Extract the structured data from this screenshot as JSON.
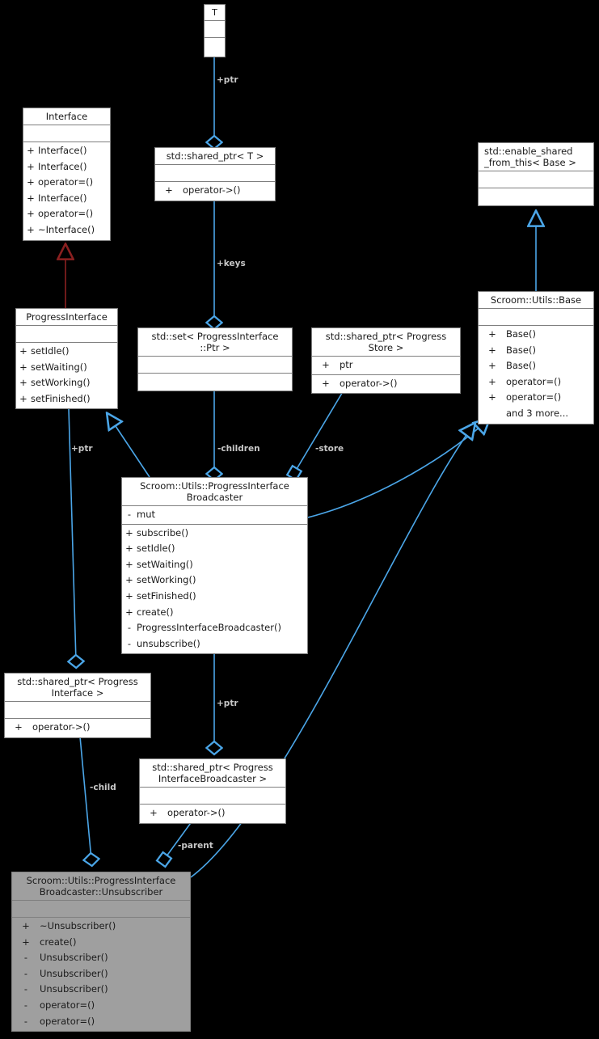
{
  "diagram": {
    "type": "uml-class-diagram",
    "title": "Scroom::Utils::ProgressInterfaceBroadcaster::Unsubscriber collaboration diagram",
    "background_color": "#000000",
    "box_fill": "#ffffff",
    "box_border": "#7f7f7f",
    "highlight_fill": "#9f9f9f",
    "association_color": "#4ba6e8",
    "inheritance_color": "#8b2020",
    "label_color": "#c8c8c8"
  },
  "classes": {
    "t": {
      "name": "T",
      "attributes": [],
      "methods": []
    },
    "shared_ptr_t": {
      "name": "std::shared_ptr< T >",
      "attributes": [],
      "methods": [
        {
          "visibility": "+",
          "label": "operator->()"
        }
      ]
    },
    "interface": {
      "name": "Interface",
      "attributes": [],
      "methods": [
        {
          "visibility": "+",
          "label": "Interface()"
        },
        {
          "visibility": "+",
          "label": "Interface()"
        },
        {
          "visibility": "+",
          "label": "operator=()"
        },
        {
          "visibility": "+",
          "label": "Interface()"
        },
        {
          "visibility": "+",
          "label": "operator=()"
        },
        {
          "visibility": "+",
          "label": "~Interface()"
        }
      ]
    },
    "progress_interface": {
      "name": "ProgressInterface",
      "attributes": [],
      "methods": [
        {
          "visibility": "+",
          "label": "setIdle()"
        },
        {
          "visibility": "+",
          "label": "setWaiting()"
        },
        {
          "visibility": "+",
          "label": "setWorking()"
        },
        {
          "visibility": "+",
          "label": "setFinished()"
        }
      ]
    },
    "enable_shared_from_this": {
      "name": "std::enable_shared\n_from_this< Base >",
      "attributes": [],
      "methods": []
    },
    "set_progress_interface_ptr": {
      "name": "std::set< ProgressInterface\n::Ptr >",
      "attributes": [],
      "methods": []
    },
    "shared_ptr_progress_store": {
      "name": "std::shared_ptr< Progress\nStore >",
      "attributes": [
        {
          "visibility": "+",
          "label": "ptr"
        }
      ],
      "methods": [
        {
          "visibility": "+",
          "label": "operator->()"
        }
      ]
    },
    "scroom_utils_base": {
      "name": "Scroom::Utils::Base",
      "attributes": [],
      "methods": [
        {
          "visibility": "+",
          "label": "Base()"
        },
        {
          "visibility": "+",
          "label": "Base()"
        },
        {
          "visibility": "+",
          "label": "Base()"
        },
        {
          "visibility": "+",
          "label": "operator=()"
        },
        {
          "visibility": "+",
          "label": "operator=()"
        },
        {
          "visibility": "",
          "label": "and 3 more..."
        }
      ]
    },
    "broadcaster": {
      "name": "Scroom::Utils::ProgressInterface\nBroadcaster",
      "attributes": [
        {
          "visibility": "-",
          "label": "mut"
        }
      ],
      "methods": [
        {
          "visibility": "+",
          "label": "subscribe()"
        },
        {
          "visibility": "+",
          "label": "setIdle()"
        },
        {
          "visibility": "+",
          "label": "setWaiting()"
        },
        {
          "visibility": "+",
          "label": "setWorking()"
        },
        {
          "visibility": "+",
          "label": "setFinished()"
        },
        {
          "visibility": "+",
          "label": "create()"
        },
        {
          "visibility": "-",
          "label": "ProgressInterfaceBroadcaster()"
        },
        {
          "visibility": "-",
          "label": "unsubscribe()"
        }
      ]
    },
    "shared_ptr_progress_interface": {
      "name": "std::shared_ptr< Progress\nInterface >",
      "attributes": [],
      "methods": [
        {
          "visibility": "+",
          "label": "operator->()"
        }
      ]
    },
    "shared_ptr_broadcaster": {
      "name": "std::shared_ptr< Progress\nInterfaceBroadcaster >",
      "attributes": [],
      "methods": [
        {
          "visibility": "+",
          "label": "operator->()"
        }
      ]
    },
    "unsubscriber": {
      "name": "Scroom::Utils::ProgressInterface\nBroadcaster::Unsubscriber",
      "highlighted": true,
      "attributes": [],
      "methods": [
        {
          "visibility": "+",
          "label": "~Unsubscriber()"
        },
        {
          "visibility": "+",
          "label": "create()"
        },
        {
          "visibility": "-",
          "label": "Unsubscriber()"
        },
        {
          "visibility": "-",
          "label": "Unsubscriber()"
        },
        {
          "visibility": "-",
          "label": "Unsubscriber()"
        },
        {
          "visibility": "-",
          "label": "operator=()"
        },
        {
          "visibility": "-",
          "label": "operator=()"
        }
      ]
    }
  },
  "edge_labels": {
    "ptr_t": "+ptr",
    "keys": "+keys",
    "ptr_progress_interface": "+ptr",
    "children": "-children",
    "store": "-store",
    "ptr_broadcaster": "+ptr",
    "child": "-child",
    "parent": "-parent"
  }
}
